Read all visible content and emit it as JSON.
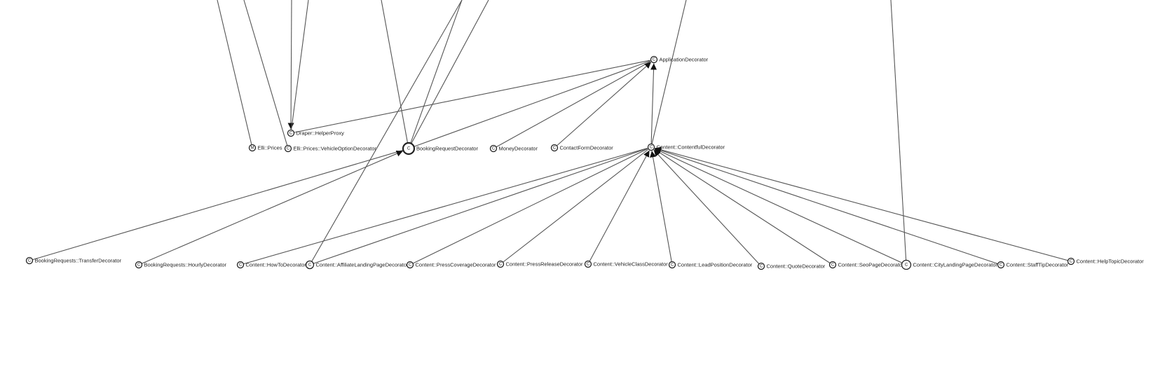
{
  "diagram": {
    "colors": {
      "edge": "#555555",
      "node_stroke": "#222222",
      "background": "#ffffff"
    },
    "nodes": [
      {
        "id": "app",
        "label": "ApplicationDecorator",
        "glyph": "C"
      },
      {
        "id": "draper",
        "label": "Draper::HelperProxy",
        "glyph": "C"
      },
      {
        "id": "prices",
        "label": "Elli::Prices",
        "glyph": "M"
      },
      {
        "id": "vehopt",
        "label": "Elli::Prices::VehicleOptionDecorator",
        "glyph": "C"
      },
      {
        "id": "booking",
        "label": "BookingRequestDecorator",
        "glyph": "C"
      },
      {
        "id": "money",
        "label": "MoneyDecorator",
        "glyph": "C"
      },
      {
        "id": "contact",
        "label": "ContactFormDecorator",
        "glyph": "C"
      },
      {
        "id": "content",
        "label": "Content::ContentfulDecorator",
        "glyph": "C"
      },
      {
        "id": "transfer",
        "label": "BookingRequests::TransferDecorator",
        "glyph": "C"
      },
      {
        "id": "hourly",
        "label": "BookingRequests::HourlyDecorator",
        "glyph": "C"
      },
      {
        "id": "howto",
        "label": "Content::HowToDecorator",
        "glyph": "C"
      },
      {
        "id": "affil",
        "label": "Content::AffiliateLandingPageDecorator",
        "glyph": "C"
      },
      {
        "id": "presscov",
        "label": "Content::PressCoverageDecorator",
        "glyph": "C"
      },
      {
        "id": "pressrel",
        "label": "Content::PressReleaseDecorator",
        "glyph": "C"
      },
      {
        "id": "vehclass",
        "label": "Content::VehicleClassDecorator",
        "glyph": "C"
      },
      {
        "id": "leadpos",
        "label": "Content::LeadPositionDecorator",
        "glyph": "C"
      },
      {
        "id": "quote",
        "label": "Content::QuoteDecorator",
        "glyph": "C"
      },
      {
        "id": "seopage",
        "label": "Content::SeoPageDecorator",
        "glyph": "C"
      },
      {
        "id": "city",
        "label": "Content::CityLandingPageDecorator",
        "glyph": "C"
      },
      {
        "id": "staff",
        "label": "Content::StaffTipDecorator",
        "glyph": "C"
      },
      {
        "id": "help",
        "label": "Content::HelpTopicDecorator",
        "glyph": "C"
      }
    ],
    "edges": [
      {
        "from": "booking",
        "to": "app",
        "arrow": false
      },
      {
        "from": "draper",
        "to": "app",
        "arrow": false
      },
      {
        "from": "money",
        "to": "app",
        "arrow": false
      },
      {
        "from": "contact",
        "to": "app",
        "arrow": true
      },
      {
        "from": "content",
        "to": "app",
        "arrow": true
      },
      {
        "from": "transfer",
        "to": "booking",
        "arrow": false
      },
      {
        "from": "hourly",
        "to": "booking",
        "arrow": true
      },
      {
        "from": "howto",
        "to": "content",
        "arrow": false
      },
      {
        "from": "affil",
        "to": "content",
        "arrow": false
      },
      {
        "from": "presscov",
        "to": "content",
        "arrow": false
      },
      {
        "from": "pressrel",
        "to": "content",
        "arrow": false
      },
      {
        "from": "vehclass",
        "to": "content",
        "arrow": true
      },
      {
        "from": "leadpos",
        "to": "content",
        "arrow": true
      },
      {
        "from": "quote",
        "to": "content",
        "arrow": true
      },
      {
        "from": "seopage",
        "to": "content",
        "arrow": true
      },
      {
        "from": "city",
        "to": "content",
        "arrow": true
      },
      {
        "from": "staff",
        "to": "content",
        "arrow": true
      },
      {
        "from": "help",
        "to": "content",
        "arrow": true
      }
    ],
    "offscreen_edges": [
      {
        "from": "prices"
      },
      {
        "from": "vehopt"
      },
      {
        "to": "draper",
        "arrow": true
      },
      {
        "to": "draper",
        "arrow": false
      },
      {
        "from": "booking"
      },
      {
        "from": "booking"
      },
      {
        "from": "booking"
      },
      {
        "from": "affil"
      },
      {
        "from": "content"
      },
      {
        "from": "city"
      }
    ]
  }
}
